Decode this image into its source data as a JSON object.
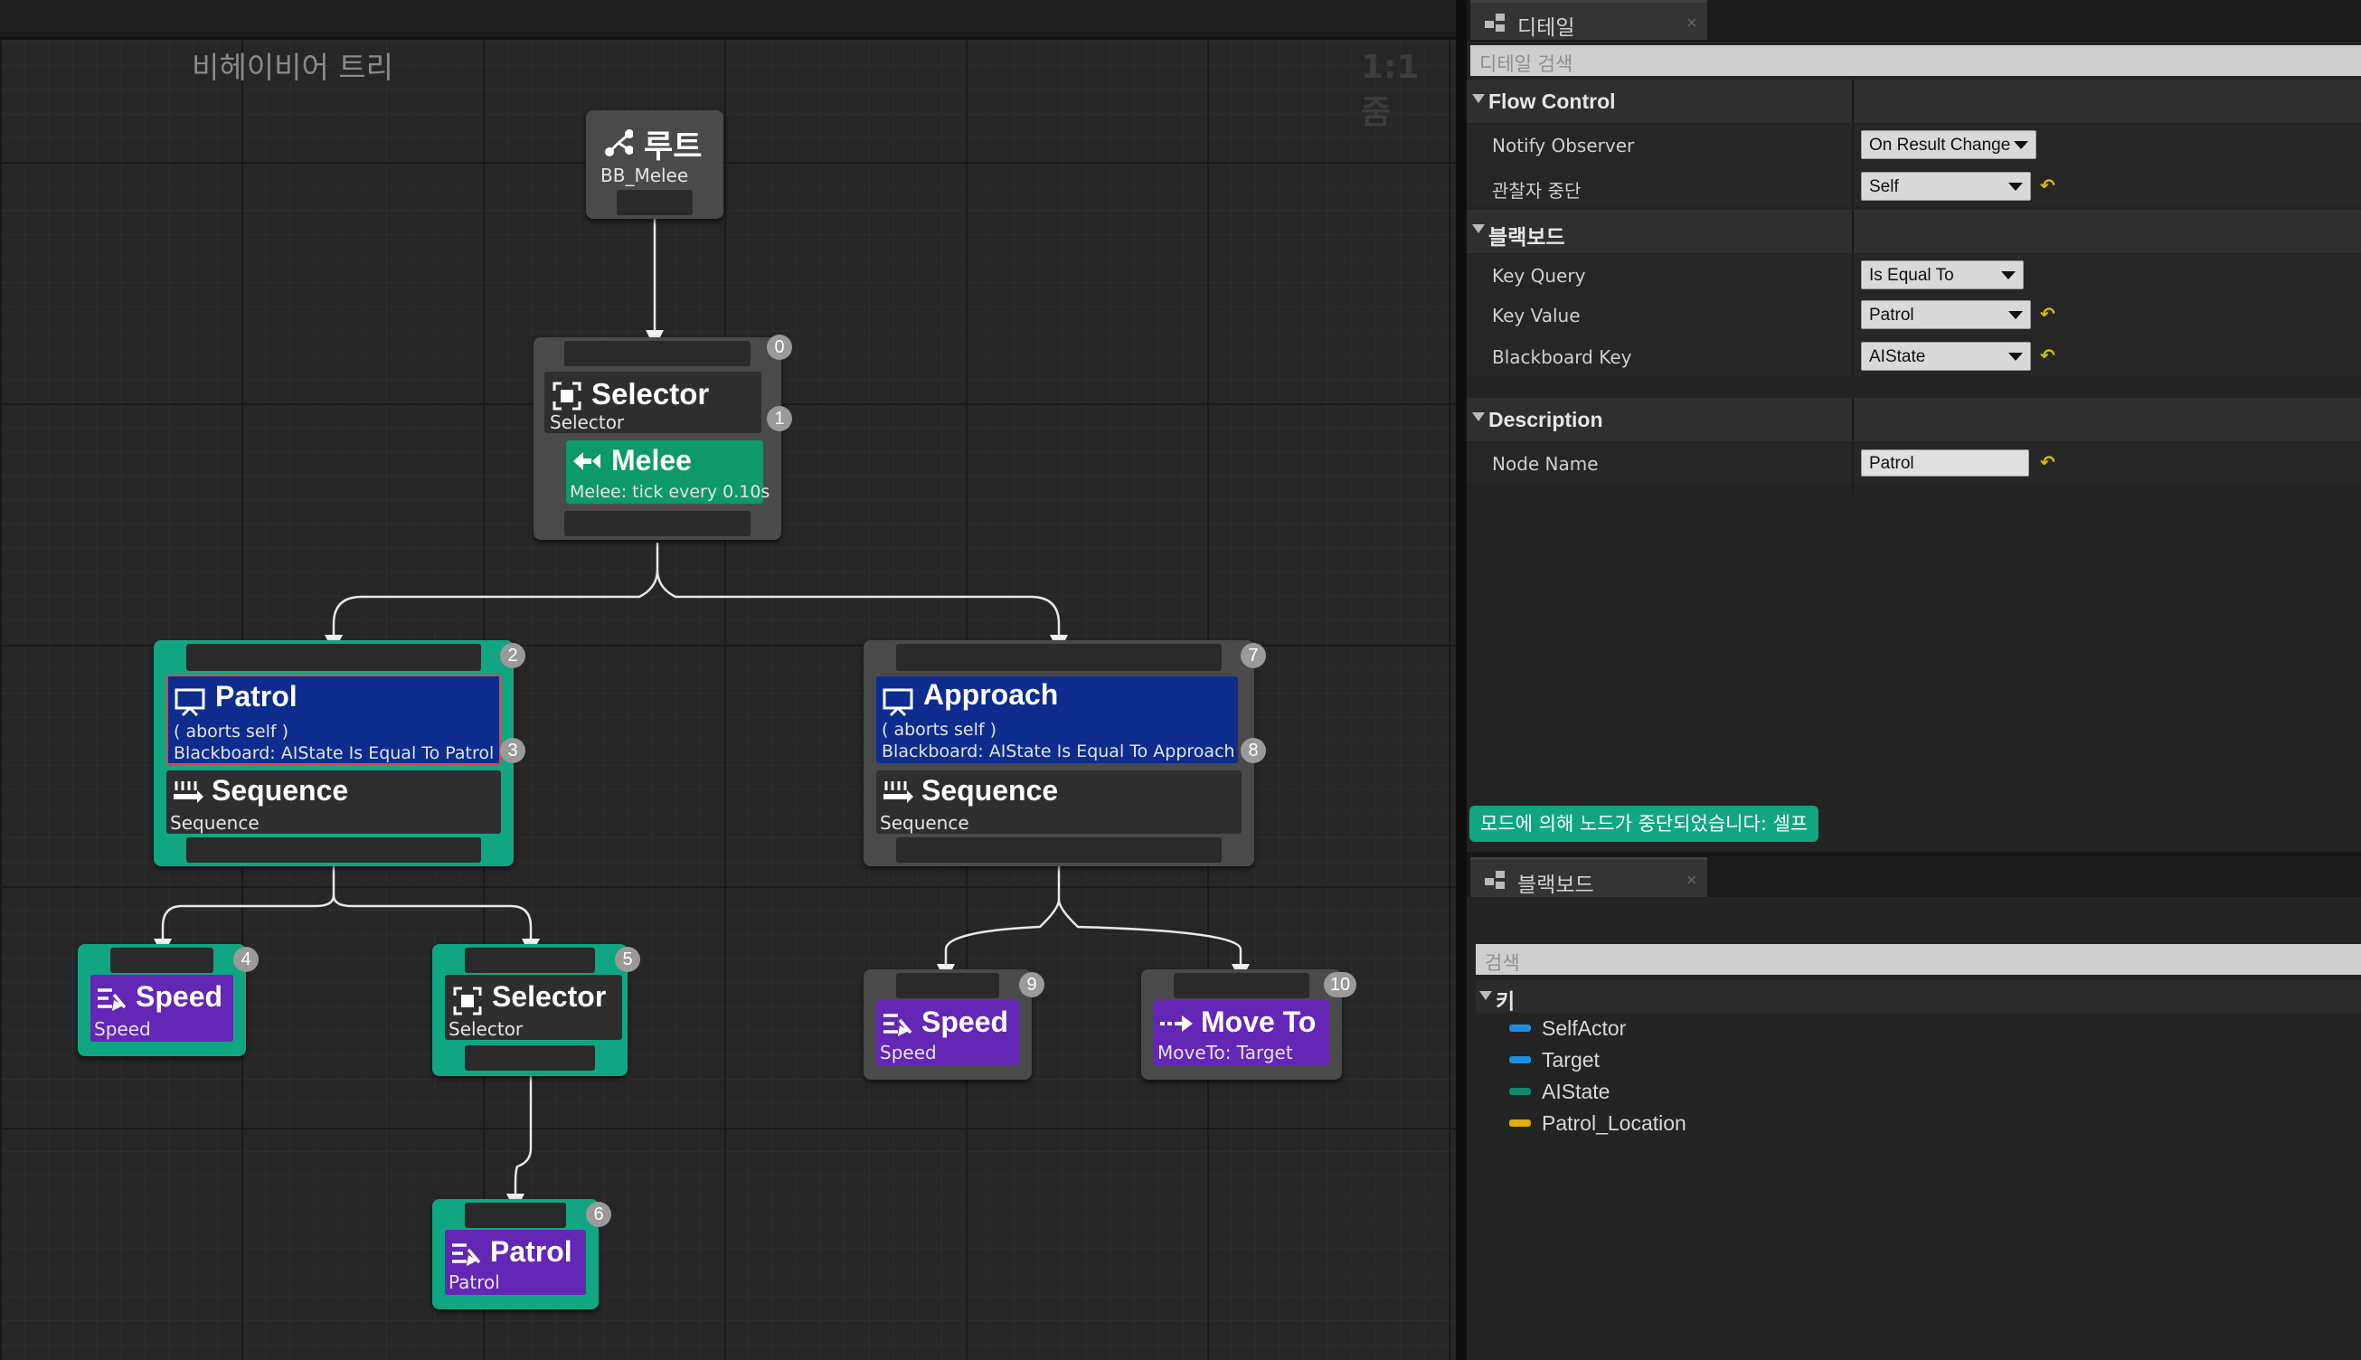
{
  "graph": {
    "title": "비헤이비어 트리",
    "zoom": "1:1 줌"
  },
  "nodes": {
    "root": {
      "title": "루트",
      "subtitle": "BB_Melee"
    },
    "selector0": {
      "title": "Selector",
      "subtitle": "Selector",
      "badge": "0",
      "service_badge": "1"
    },
    "melee": {
      "title": "Melee",
      "subtitle": "Melee: tick every 0.10s"
    },
    "patrol_group": {
      "decorator": {
        "title": "Patrol",
        "line1": "( aborts self )",
        "line2": "Blackboard: AIState Is Equal To Patrol",
        "badge": "2"
      },
      "sequence": {
        "title": "Sequence",
        "subtitle": "Sequence",
        "badge": "3"
      }
    },
    "approach_group": {
      "decorator": {
        "title": "Approach",
        "line1": "( aborts self )",
        "line2": "Blackboard: AIState Is Equal To Approach",
        "badge": "7"
      },
      "sequence": {
        "title": "Sequence",
        "subtitle": "Sequence",
        "badge": "8"
      }
    },
    "speed4": {
      "title": "Speed",
      "subtitle": "Speed",
      "badge": "4"
    },
    "selector5": {
      "title": "Selector",
      "subtitle": "Selector",
      "badge": "5"
    },
    "patrol6": {
      "title": "Patrol",
      "subtitle": "Patrol",
      "badge": "6"
    },
    "speed9": {
      "title": "Speed",
      "subtitle": "Speed",
      "badge": "9"
    },
    "moveto10": {
      "title": "Move To",
      "subtitle": "MoveTo: Target",
      "badge": "10"
    }
  },
  "details": {
    "tab_label": "디테일",
    "search_placeholder": "디테일 검색",
    "categories": {
      "flow_control": {
        "label": "Flow Control",
        "notify_observer": {
          "label": "Notify Observer",
          "value": "On Result Change"
        },
        "observer_aborts": {
          "label": "관찰자 중단",
          "value": "Self"
        }
      },
      "blackboard": {
        "label": "블랙보드",
        "key_query": {
          "label": "Key Query",
          "value": "Is Equal To"
        },
        "key_value": {
          "label": "Key Value",
          "value": "Patrol"
        },
        "blackboard_key": {
          "label": "Blackboard Key",
          "value": "AIState"
        }
      },
      "description": {
        "label": "Description",
        "node_name": {
          "label": "Node Name",
          "value": "Patrol"
        }
      }
    },
    "reset_glyph": "↶",
    "status_message": "모드에 의해 노드가 중단되었습니다: 셀프"
  },
  "blackboard_panel": {
    "tab_label": "블랙보드",
    "search_placeholder": "검색",
    "keys_header": "키",
    "keys": [
      {
        "name": "SelfActor",
        "color": "#1e8fe0"
      },
      {
        "name": "Target",
        "color": "#1e8fe0"
      },
      {
        "name": "AIState",
        "color": "#0f8a6a"
      },
      {
        "name": "Patrol_Location",
        "color": "#e0b000"
      }
    ]
  },
  "colors": {
    "composite_node": "#4a4a4a",
    "selected_node": "#10a682",
    "decorator": "#0d2c8e",
    "service": "#0d9a67",
    "task": "#6326b5",
    "selection_outline": "#e04545"
  }
}
